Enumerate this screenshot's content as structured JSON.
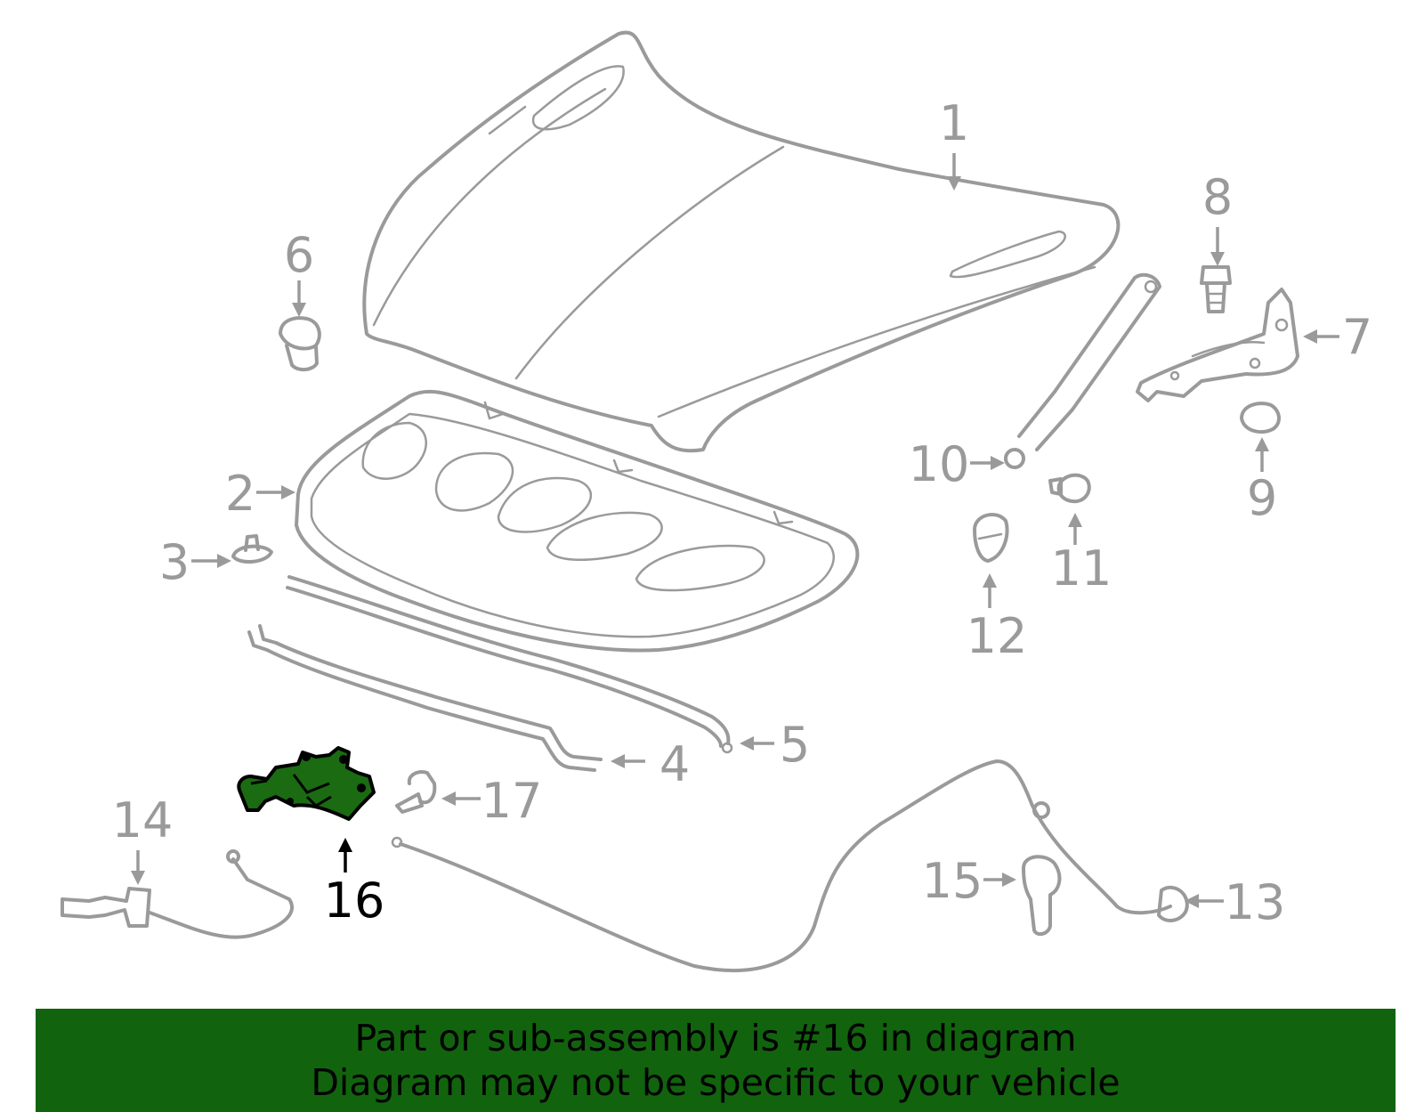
{
  "callouts": {
    "c1": "1",
    "c2": "2",
    "c3": "3",
    "c4": "4",
    "c5": "5",
    "c6": "6",
    "c7": "7",
    "c8": "8",
    "c9": "9",
    "c10": "10",
    "c11": "11",
    "c12": "12",
    "c13": "13",
    "c14": "14",
    "c15": "15",
    "c16": "16",
    "c17": "17"
  },
  "highlighted_part": "16",
  "colors": {
    "part_outline": "#9a9a9a",
    "highlight_fill": "#1a6b12",
    "banner_bg": "#12630e"
  },
  "banner": {
    "line1": "Part or sub-assembly is #16 in diagram",
    "line2": "Diagram may not be specific to your vehicle"
  }
}
